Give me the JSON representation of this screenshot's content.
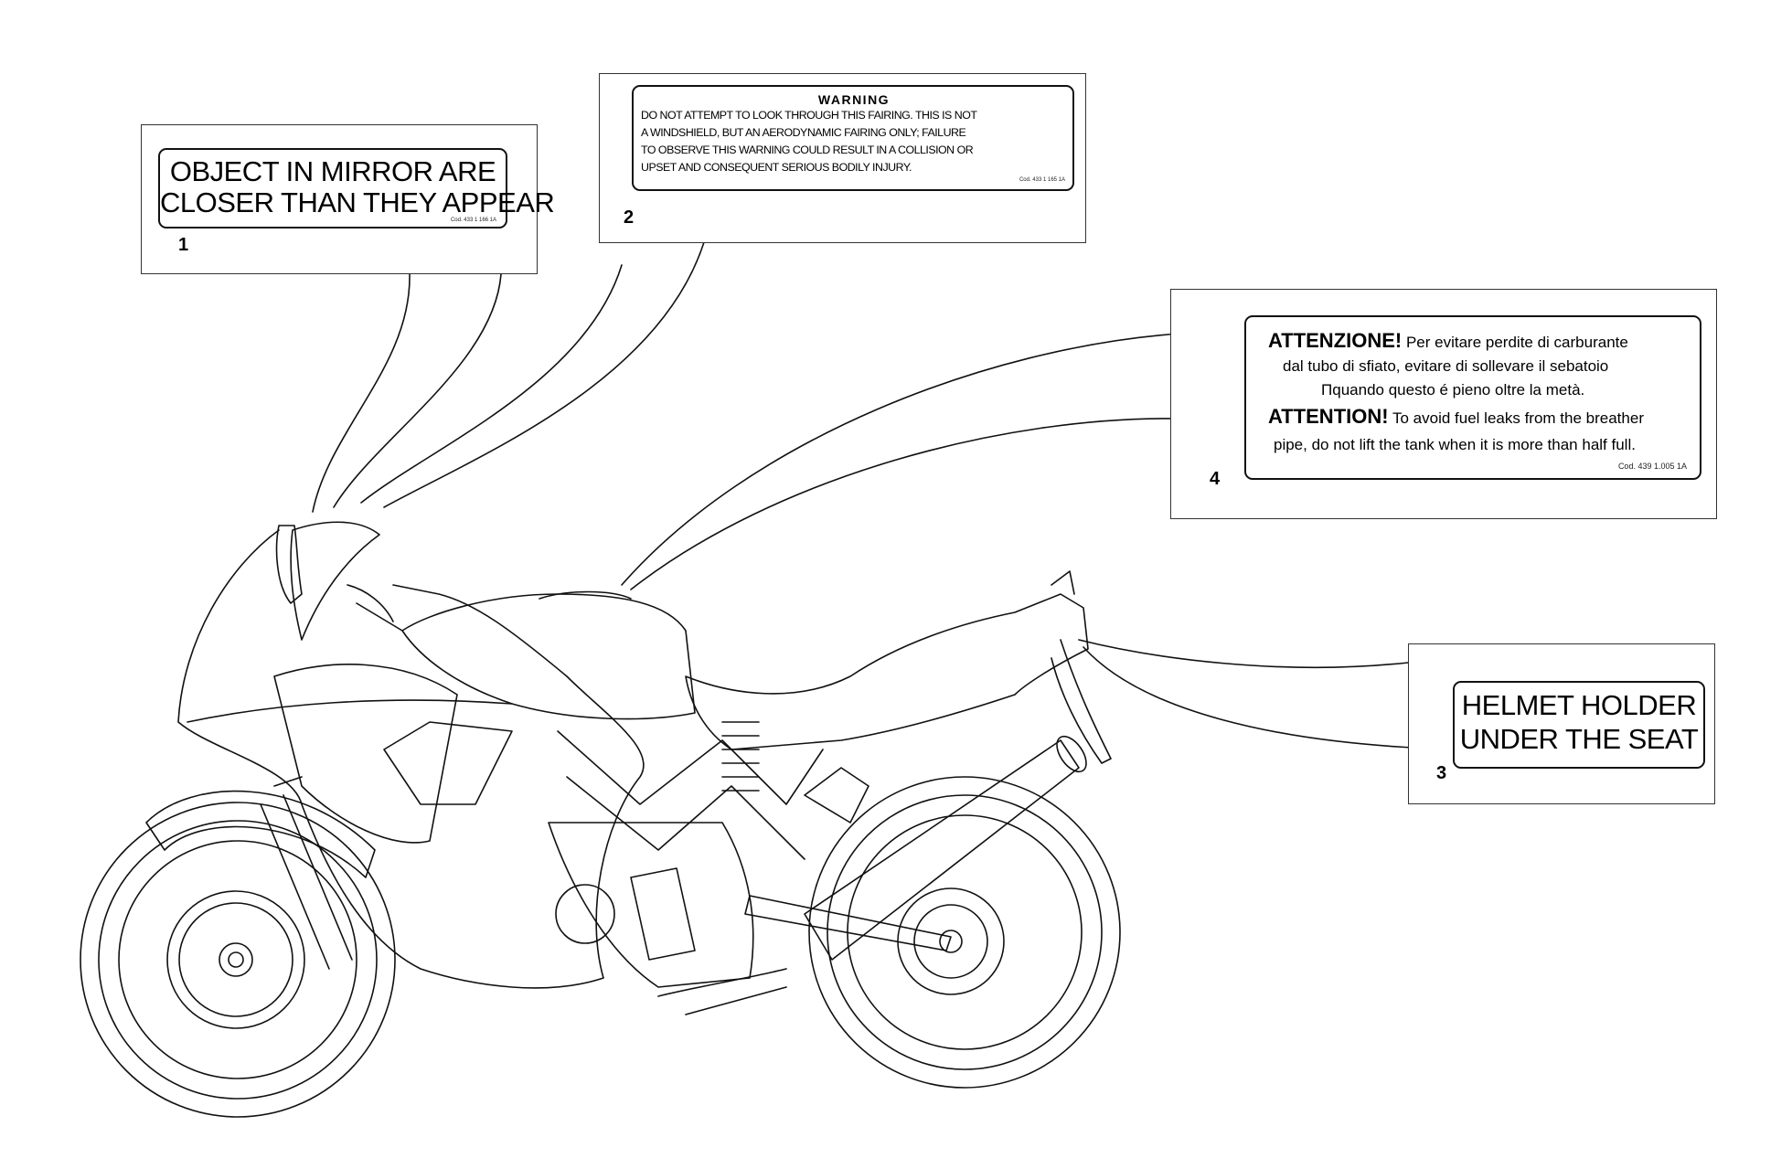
{
  "labels": [
    {
      "number": "1",
      "line1": "OBJECT IN MIRROR ARE",
      "line2": "CLOSER THAN THEY APPEAR",
      "code": "Cod. 433 1 166 1A"
    },
    {
      "number": "2",
      "heading": "WARNING",
      "lines": [
        "DO NOT ATTEMPT TO LOOK THROUGH THIS FAIRING. THIS IS NOT",
        "A WINDSHIELD, BUT AN AERODYNAMIC FAIRING ONLY; FAILURE",
        "TO OBSERVE THIS WARNING COULD RESULT IN A COLLISION OR",
        "UPSET AND CONSEQUENT SERIOUS BODILY INJURY."
      ],
      "code": "Cod. 433 1 165 1A"
    },
    {
      "number": "3",
      "line1": "HELMET HOLDER",
      "line2": "UNDER THE SEAT"
    },
    {
      "number": "4",
      "it_bold": "ATTENZIONE!",
      "it_line1": " Per evitare perdite di carburante",
      "it_line2": "dal tubo di sfiato, evitare di sollevare il sebatoio",
      "it_line3": "Πquando questo é pieno oltre la metà.",
      "en_bold": "ATTENTION!",
      "en_line1": " To avoid fuel leaks from the breather",
      "en_line2": "pipe, do not lift the tank when it is more than half full.",
      "code": "Cod. 439 1.005 1A"
    }
  ]
}
